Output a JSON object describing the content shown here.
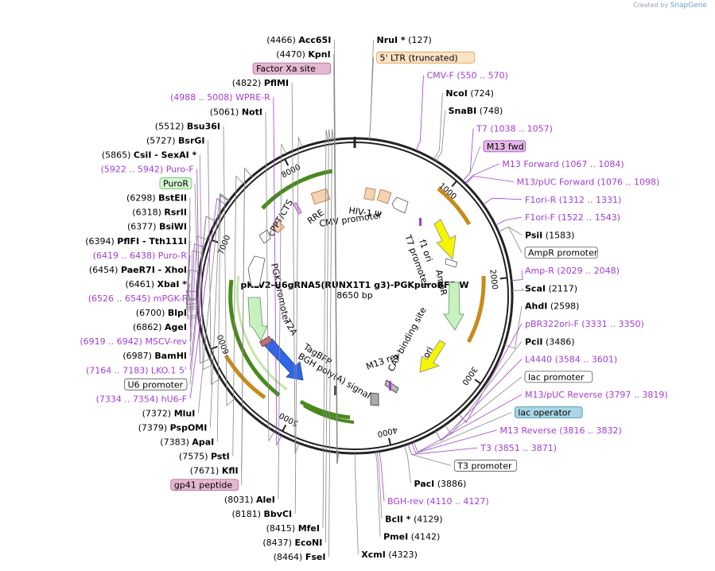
{
  "brand": {
    "created_by": "Created by",
    "name": "SnapGene"
  },
  "plasmid": {
    "name": "pKLV2-U6gRNA5(RUNX1T1 g3)-PGKpuroBFP-W",
    "size": "8650 bp",
    "length": 8650
  },
  "ticks": [
    "1000",
    "2000",
    "3000",
    "4000",
    "5000",
    "6000",
    "7000",
    "8000"
  ],
  "colors": {
    "enzyme": "#000000",
    "primer": "#a23dd4",
    "misc": "#000000"
  },
  "labels": [
    {
      "kind": "enzyme",
      "name": "NruI *",
      "pos": "(127)",
      "side": "right"
    },
    {
      "kind": "box",
      "name": "5' LTR (truncated)",
      "pos": "",
      "side": "right",
      "color": "#fbe3c6",
      "border": "#e29d4c"
    },
    {
      "kind": "primer",
      "name": "CMV-F",
      "pos": "(550 .. 570)",
      "side": "right"
    },
    {
      "kind": "enzyme",
      "name": "NcoI",
      "pos": "(724)",
      "side": "right"
    },
    {
      "kind": "enzyme",
      "name": "SnaBI",
      "pos": "(748)",
      "side": "right"
    },
    {
      "kind": "primer",
      "name": "T7",
      "pos": "(1038 .. 1057)",
      "side": "right"
    },
    {
      "kind": "box",
      "name": "M13 fwd",
      "pos": "",
      "side": "right",
      "color": "#e4b8e4",
      "border": "#a23dd4"
    },
    {
      "kind": "primer",
      "name": "M13 Forward",
      "pos": "(1067 .. 1084)",
      "side": "right"
    },
    {
      "kind": "primer",
      "name": "M13/pUC Forward",
      "pos": "(1076 .. 1098)",
      "side": "right"
    },
    {
      "kind": "primer",
      "name": "F1ori-R",
      "pos": "(1312 .. 1331)",
      "side": "right"
    },
    {
      "kind": "primer",
      "name": "F1ori-F",
      "pos": "(1522 .. 1543)",
      "side": "right"
    },
    {
      "kind": "enzyme",
      "name": "PsiI",
      "pos": "(1583)",
      "side": "right"
    },
    {
      "kind": "box",
      "name": "AmpR promoter",
      "pos": "",
      "side": "right",
      "color": "#ffffff",
      "border": "#555555"
    },
    {
      "kind": "primer",
      "name": "Amp-R",
      "pos": "(2029 .. 2048)",
      "side": "right"
    },
    {
      "kind": "enzyme",
      "name": "ScaI",
      "pos": "(2117)",
      "side": "right"
    },
    {
      "kind": "enzyme",
      "name": "AhdI",
      "pos": "(2598)",
      "side": "right"
    },
    {
      "kind": "primer",
      "name": "pBR322ori-F",
      "pos": "(3331 .. 3350)",
      "side": "right"
    },
    {
      "kind": "enzyme",
      "name": "PciI",
      "pos": "(3486)",
      "side": "right"
    },
    {
      "kind": "primer",
      "name": "L4440",
      "pos": "(3584 .. 3601)",
      "side": "right"
    },
    {
      "kind": "box",
      "name": "lac promoter",
      "pos": "",
      "side": "right",
      "color": "#ffffff",
      "border": "#555555"
    },
    {
      "kind": "primer",
      "name": "M13/pUC Reverse",
      "pos": "(3797 .. 3819)",
      "side": "right"
    },
    {
      "kind": "box",
      "name": "lac operator",
      "pos": "",
      "side": "right",
      "color": "#a9d6e5",
      "border": "#3a8aa8"
    },
    {
      "kind": "primer",
      "name": "M13 Reverse",
      "pos": "(3816 .. 3832)",
      "side": "right"
    },
    {
      "kind": "primer",
      "name": "T3",
      "pos": "(3851 .. 3871)",
      "side": "right"
    },
    {
      "kind": "box",
      "name": "T3 promoter",
      "pos": "",
      "side": "right",
      "color": "#ffffff",
      "border": "#555555"
    },
    {
      "kind": "enzyme",
      "name": "PacI",
      "pos": "(3886)",
      "side": "right"
    },
    {
      "kind": "primer",
      "name": "BGH-rev",
      "pos": "(4110 .. 4127)",
      "side": "right"
    },
    {
      "kind": "enzyme",
      "name": "BclI *",
      "pos": "(4129)",
      "side": "right"
    },
    {
      "kind": "enzyme",
      "name": "PmeI",
      "pos": "(4142)",
      "side": "right"
    },
    {
      "kind": "enzyme",
      "name": "XcmI",
      "pos": "(4323)",
      "side": "right"
    },
    {
      "kind": "enzyme",
      "name": "Acc65I",
      "pos": "(4466)",
      "side": "left"
    },
    {
      "kind": "enzyme",
      "name": "KpnI",
      "pos": "(4470)",
      "side": "left"
    },
    {
      "kind": "box",
      "name": "Factor Xa site",
      "pos": "",
      "side": "left",
      "color": "#e4b8d0",
      "border": "#b06090"
    },
    {
      "kind": "enzyme",
      "name": "PflMI",
      "pos": "(4822)",
      "side": "left"
    },
    {
      "kind": "primer",
      "name": "WPRE-R",
      "pos": "(4988 .. 5008)",
      "side": "left"
    },
    {
      "kind": "enzyme",
      "name": "NotI",
      "pos": "(5061)",
      "side": "left"
    },
    {
      "kind": "enzyme",
      "name": "Bsu36I",
      "pos": "(5512)",
      "side": "left"
    },
    {
      "kind": "enzyme",
      "name": "BsrGI",
      "pos": "(5727)",
      "side": "left"
    },
    {
      "kind": "enzyme",
      "name": "CsiI - SexAI *",
      "pos": "(5865)",
      "side": "left"
    },
    {
      "kind": "primer",
      "name": "Puro-F",
      "pos": "(5922 .. 5942)",
      "side": "left"
    },
    {
      "kind": "box",
      "name": "PuroR",
      "pos": "",
      "side": "left",
      "color": "#d6f5d6",
      "border": "#6cbf6c"
    },
    {
      "kind": "enzyme",
      "name": "BstEII",
      "pos": "(6298)",
      "side": "left"
    },
    {
      "kind": "enzyme",
      "name": "RsrII",
      "pos": "(6318)",
      "side": "left"
    },
    {
      "kind": "enzyme",
      "name": "BsiWI",
      "pos": "(6377)",
      "side": "left"
    },
    {
      "kind": "enzyme",
      "name": "PflFI - Tth111I",
      "pos": "(6394)",
      "side": "left"
    },
    {
      "kind": "primer",
      "name": "Puro-R",
      "pos": "(6419 .. 6438)",
      "side": "left"
    },
    {
      "kind": "enzyme",
      "name": "PaeR7I - XhoI",
      "pos": "(6454)",
      "side": "left"
    },
    {
      "kind": "enzyme",
      "name": "XbaI *",
      "pos": "(6461)",
      "side": "left"
    },
    {
      "kind": "primer",
      "name": "mPGK-F",
      "pos": "(6526 .. 6545)",
      "side": "left"
    },
    {
      "kind": "enzyme",
      "name": "BlpI",
      "pos": "(6700)",
      "side": "left"
    },
    {
      "kind": "enzyme",
      "name": "AgeI",
      "pos": "(6862)",
      "side": "left"
    },
    {
      "kind": "primer",
      "name": "MSCV-rev",
      "pos": "(6919 .. 6942)",
      "side": "left"
    },
    {
      "kind": "enzyme",
      "name": "BamHI",
      "pos": "(6987)",
      "side": "left"
    },
    {
      "kind": "primer",
      "name": "LKO.1 5'",
      "pos": "(7164 .. 7183)",
      "side": "left"
    },
    {
      "kind": "box",
      "name": "U6 promoter",
      "pos": "",
      "side": "left",
      "color": "#ffffff",
      "border": "#555555"
    },
    {
      "kind": "primer",
      "name": "hU6-F",
      "pos": "(7334 .. 7354)",
      "side": "left"
    },
    {
      "kind": "enzyme",
      "name": "MluI",
      "pos": "(7372)",
      "side": "left"
    },
    {
      "kind": "enzyme",
      "name": "PspOMI",
      "pos": "(7379)",
      "side": "left"
    },
    {
      "kind": "enzyme",
      "name": "ApaI",
      "pos": "(7383)",
      "side": "left"
    },
    {
      "kind": "enzyme",
      "name": "PstI",
      "pos": "(7575)",
      "side": "left"
    },
    {
      "kind": "enzyme",
      "name": "KflI",
      "pos": "(7671)",
      "side": "left"
    },
    {
      "kind": "box",
      "name": "gp41 peptide",
      "pos": "",
      "side": "left",
      "color": "#e4b8d0",
      "border": "#b06090"
    },
    {
      "kind": "enzyme",
      "name": "AleI",
      "pos": "(8031)",
      "side": "left"
    },
    {
      "kind": "enzyme",
      "name": "BbvCI",
      "pos": "(8181)",
      "side": "left"
    },
    {
      "kind": "enzyme",
      "name": "MfeI",
      "pos": "(8415)",
      "side": "left"
    },
    {
      "kind": "enzyme",
      "name": "EcoNI",
      "pos": "(8437)",
      "side": "left"
    },
    {
      "kind": "enzyme",
      "name": "FseI",
      "pos": "(8464)",
      "side": "left"
    }
  ],
  "features": [
    {
      "name": "HIV-1 Ψ",
      "start": 560,
      "end": 720,
      "dir": 0,
      "color": "#f6d3b0",
      "ring": "inner"
    },
    {
      "name": "CMV promoter",
      "start": 180,
      "end": 560,
      "dir": 1,
      "color": "#ffffff",
      "ring": "inner"
    },
    {
      "name": "f1 ori",
      "start": 1130,
      "end": 1560,
      "dir": 1,
      "color": "#f5f500",
      "ring": "inner"
    },
    {
      "name": "T7 promoter",
      "start": 1030,
      "end": 1060,
      "dir": 1,
      "color": "#ffffff",
      "ring": "inner"
    },
    {
      "name": "AmpR",
      "start": 1640,
      "end": 2500,
      "dir": 1,
      "color": "#c8f0c0",
      "ring": "inner"
    },
    {
      "name": "ori",
      "start": 2700,
      "end": 3280,
      "dir": 1,
      "color": "#f5f500",
      "ring": "inner"
    },
    {
      "name": "CAP binding site",
      "start": 3650,
      "end": 3700,
      "dir": 1,
      "color": "#ffffff",
      "ring": "inner"
    },
    {
      "name": "M13 rev",
      "start": 3810,
      "end": 3830,
      "dir": -1,
      "color": "#ffffff",
      "ring": "inner"
    },
    {
      "name": "BGH poly(A) signal",
      "start": 4130,
      "end": 4350,
      "dir": 0,
      "color": "#aaaaaa",
      "ring": "inner"
    },
    {
      "name": "TagBFP",
      "start": 4620,
      "end": 5320,
      "dir": -1,
      "color": "#2f67e8",
      "ring": "inner"
    },
    {
      "name": "T2A",
      "start": 5330,
      "end": 5400,
      "dir": 0,
      "color": "#c07070",
      "ring": "inner"
    },
    {
      "name": "PGK promoter",
      "start": 6460,
      "end": 6960,
      "dir": -1,
      "color": "#ffffff",
      "ring": "inner"
    },
    {
      "name": "cPPT/CTS",
      "start": 7150,
      "end": 7260,
      "dir": 0,
      "color": "#f6d3b0",
      "ring": "inner"
    },
    {
      "name": "RRE",
      "start": 7700,
      "end": 7940,
      "dir": 0,
      "color": "#f6d3b0",
      "ring": "inner"
    },
    {
      "name": "PuroR",
      "start": 5420,
      "end": 6020,
      "dir": -1,
      "color": "#c8f0c0",
      "ring": "inner"
    }
  ],
  "feature_labels": {
    "hiv": "HIV-1 Ψ",
    "cmv": "CMV promoter",
    "f1": "f1 ori",
    "t7": "T7 promoter",
    "ampr": "AmpR",
    "ori": "ori",
    "cap": "CAP binding site",
    "m13rev": "M13 rev",
    "bgh": "BGH poly(A) signal",
    "tagbfp": "TagBFP",
    "t2a": "T2A",
    "pgk": "PGK promoter",
    "cppt": "cPPT/CTS",
    "rre": "RRE"
  }
}
